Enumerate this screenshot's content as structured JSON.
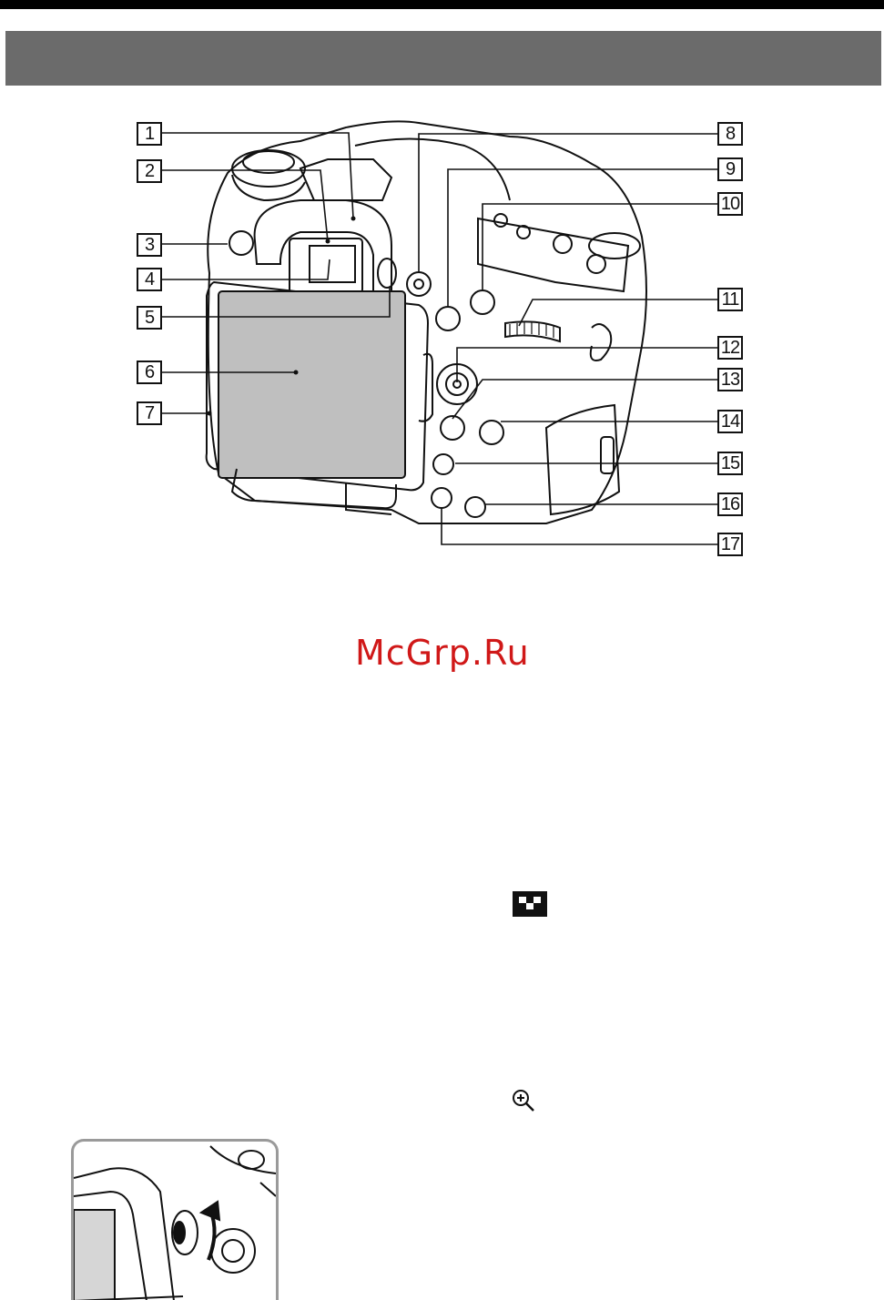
{
  "header": {
    "section_title": ""
  },
  "diagram": {
    "callouts": [
      "1",
      "2",
      "3",
      "4",
      "5",
      "6",
      "7",
      "8",
      "9",
      "10",
      "11",
      "12",
      "13",
      "14",
      "15",
      "16",
      "17"
    ]
  },
  "watermark": {
    "text": "McGrp.Ru",
    "color": "#d01818"
  },
  "icons": {
    "icon_1": "checker-pattern-icon",
    "icon_2": "zoom-in-icon"
  },
  "colors": {
    "title_bar": "#6b6b6b",
    "rule": "#000000",
    "line_art": "#111111"
  }
}
